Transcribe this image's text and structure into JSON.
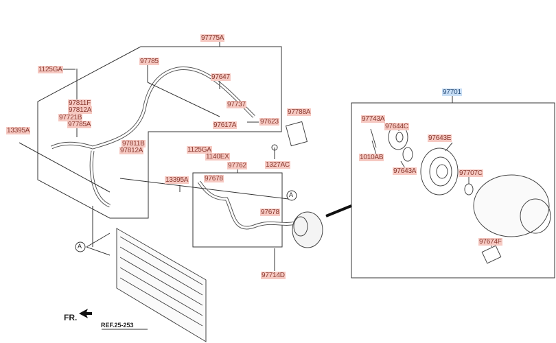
{
  "parts": {
    "p97775A": "97775A",
    "p1125GA_a": "1125GA",
    "p97785": "97785",
    "p97647": "97647",
    "p97737": "97737",
    "p97811F": "97811F",
    "p97812A_a": "97812A",
    "p97721B": "97721B",
    "p97785A": "97785A",
    "p13395A_a": "13395A",
    "p97617A": "97617A",
    "p97623": "97623",
    "p97811B": "97811B",
    "p97812A_b": "97812A",
    "p1125GA_b": "1125GA",
    "p1140EX": "1140EX",
    "p97788A": "97788A",
    "p1327AC": "1327AC",
    "p97762": "97762",
    "p13395A_b": "13395A",
    "p97678_a": "97678",
    "p97678_b": "97678",
    "p97714D": "97714D",
    "p97701": "97701",
    "p97743A": "97743A",
    "p97644C": "97644C",
    "p97643E": "97643E",
    "p1010AB": "1010AB",
    "p97643A": "97643A",
    "p97707C": "97707C",
    "p97674F": "97674F"
  },
  "markers": {
    "a1": "A",
    "a2": "A"
  },
  "front_label": "FR.",
  "reference": "REF.25-253",
  "colors": {
    "label_bg": "#f6c9c2",
    "selected_bg": "#c8def5"
  }
}
